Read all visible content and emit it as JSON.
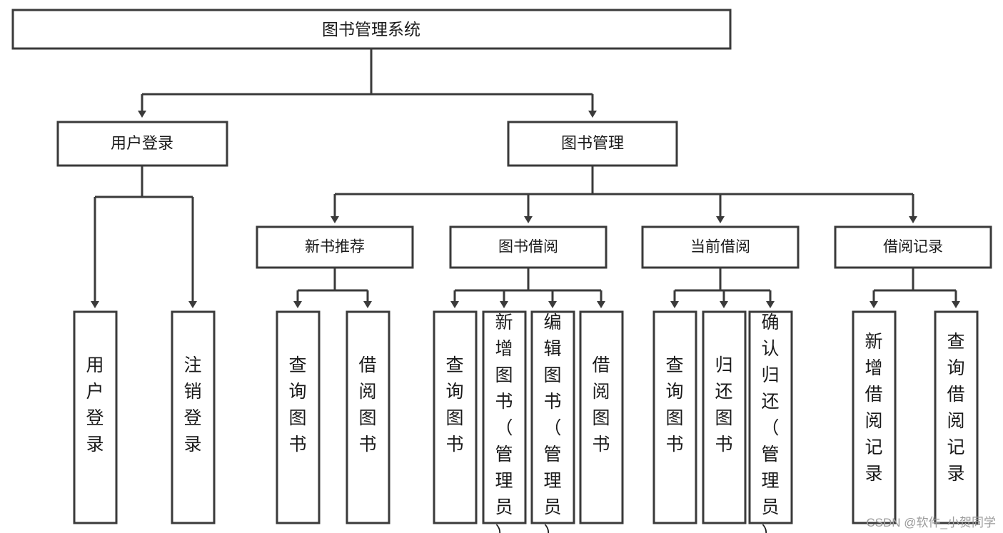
{
  "diagram": {
    "title": "图书管理系统",
    "type": "tree-hierarchy-diagram",
    "colors": {
      "stroke": "#3a3a3a",
      "fill": "#ffffff",
      "text": "#1a1a1a",
      "watermark": "#9b9b9b"
    },
    "root": {
      "label": "图书管理系统"
    },
    "level2": [
      {
        "label": "用户登录"
      },
      {
        "label": "图书管理"
      }
    ],
    "level3": [
      {
        "label": "新书推荐"
      },
      {
        "label": "图书借阅"
      },
      {
        "label": "当前借阅"
      },
      {
        "label": "借阅记录"
      }
    ],
    "leaves": {
      "user_login": [
        {
          "label": "用户登录"
        },
        {
          "label": "注销登录"
        }
      ],
      "new_book_recommend": [
        {
          "label": "查询图书"
        },
        {
          "label": "借阅图书"
        }
      ],
      "book_borrow": [
        {
          "label": "查询图书"
        },
        {
          "label": "新增图书（管理员）"
        },
        {
          "label": "编辑图书（管理员）"
        },
        {
          "label": "借阅图书"
        }
      ],
      "current_borrow": [
        {
          "label": "查询图书"
        },
        {
          "label": "归还图书"
        },
        {
          "label": "确认归还（管理员）"
        }
      ],
      "borrow_record": [
        {
          "label": "新增借阅记录"
        },
        {
          "label": "查询借阅记录"
        }
      ]
    }
  },
  "watermark": {
    "text": "CSDN @软件_小贺同学"
  }
}
